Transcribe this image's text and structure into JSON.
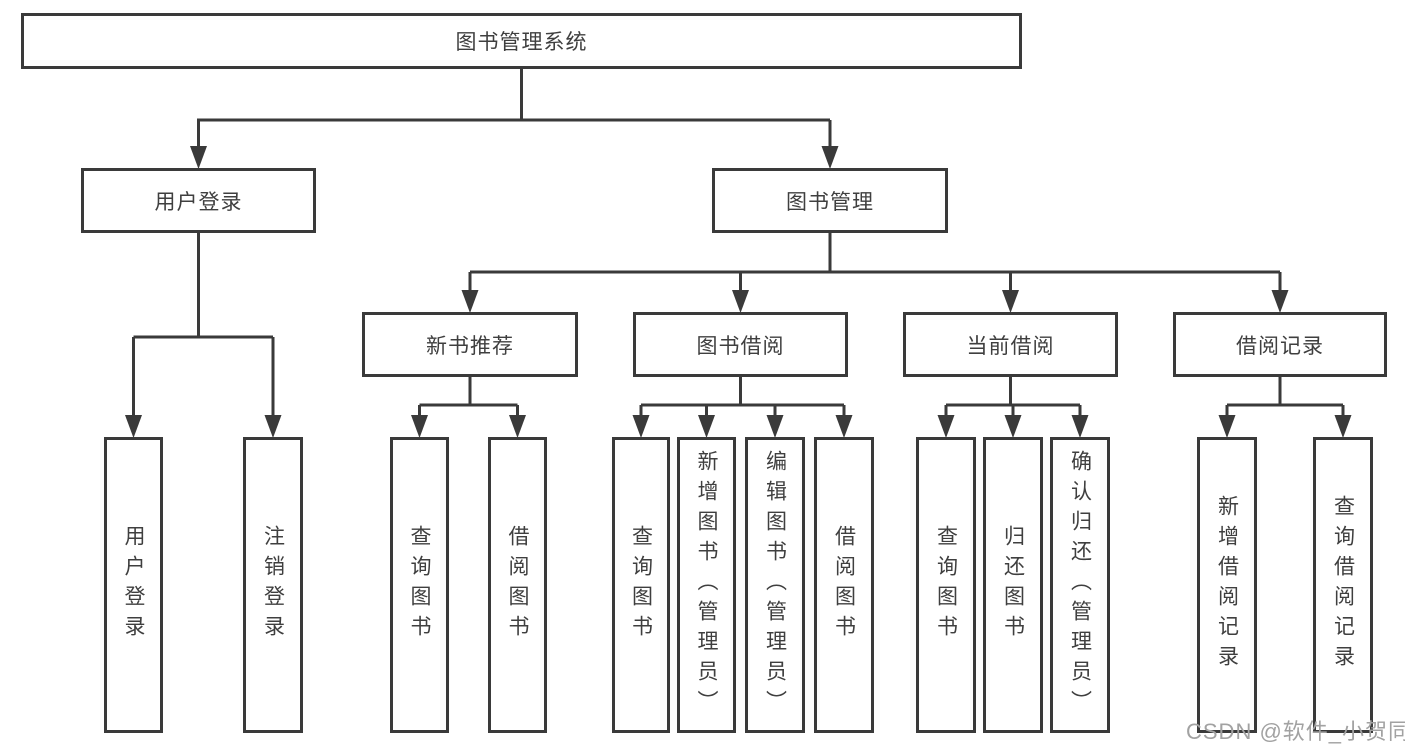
{
  "diagram": {
    "root": "图书管理系统",
    "login": {
      "label": "用户登录",
      "children": [
        "用户登录",
        "注销登录"
      ]
    },
    "management": {
      "label": "图书管理",
      "sections": [
        {
          "label": "新书推荐",
          "children": [
            "查询图书",
            "借阅图书"
          ]
        },
        {
          "label": "图书借阅",
          "children": [
            "查询图书",
            "新增图书（管理员）",
            "编辑图书（管理员）",
            "借阅图书"
          ]
        },
        {
          "label": "当前借阅",
          "children": [
            "查询图书",
            "归还图书",
            "确认归还（管理员）"
          ]
        },
        {
          "label": "借阅记录",
          "children": [
            "新增借阅记录",
            "查询借阅记录"
          ]
        }
      ]
    }
  },
  "watermark": {
    "text": "CSDN @软件_小贺同学"
  },
  "colors": {
    "line": "#3a3a3a",
    "text": "#3f3f3f",
    "watermark": "#a2a2a2",
    "background": "#ffffff"
  }
}
